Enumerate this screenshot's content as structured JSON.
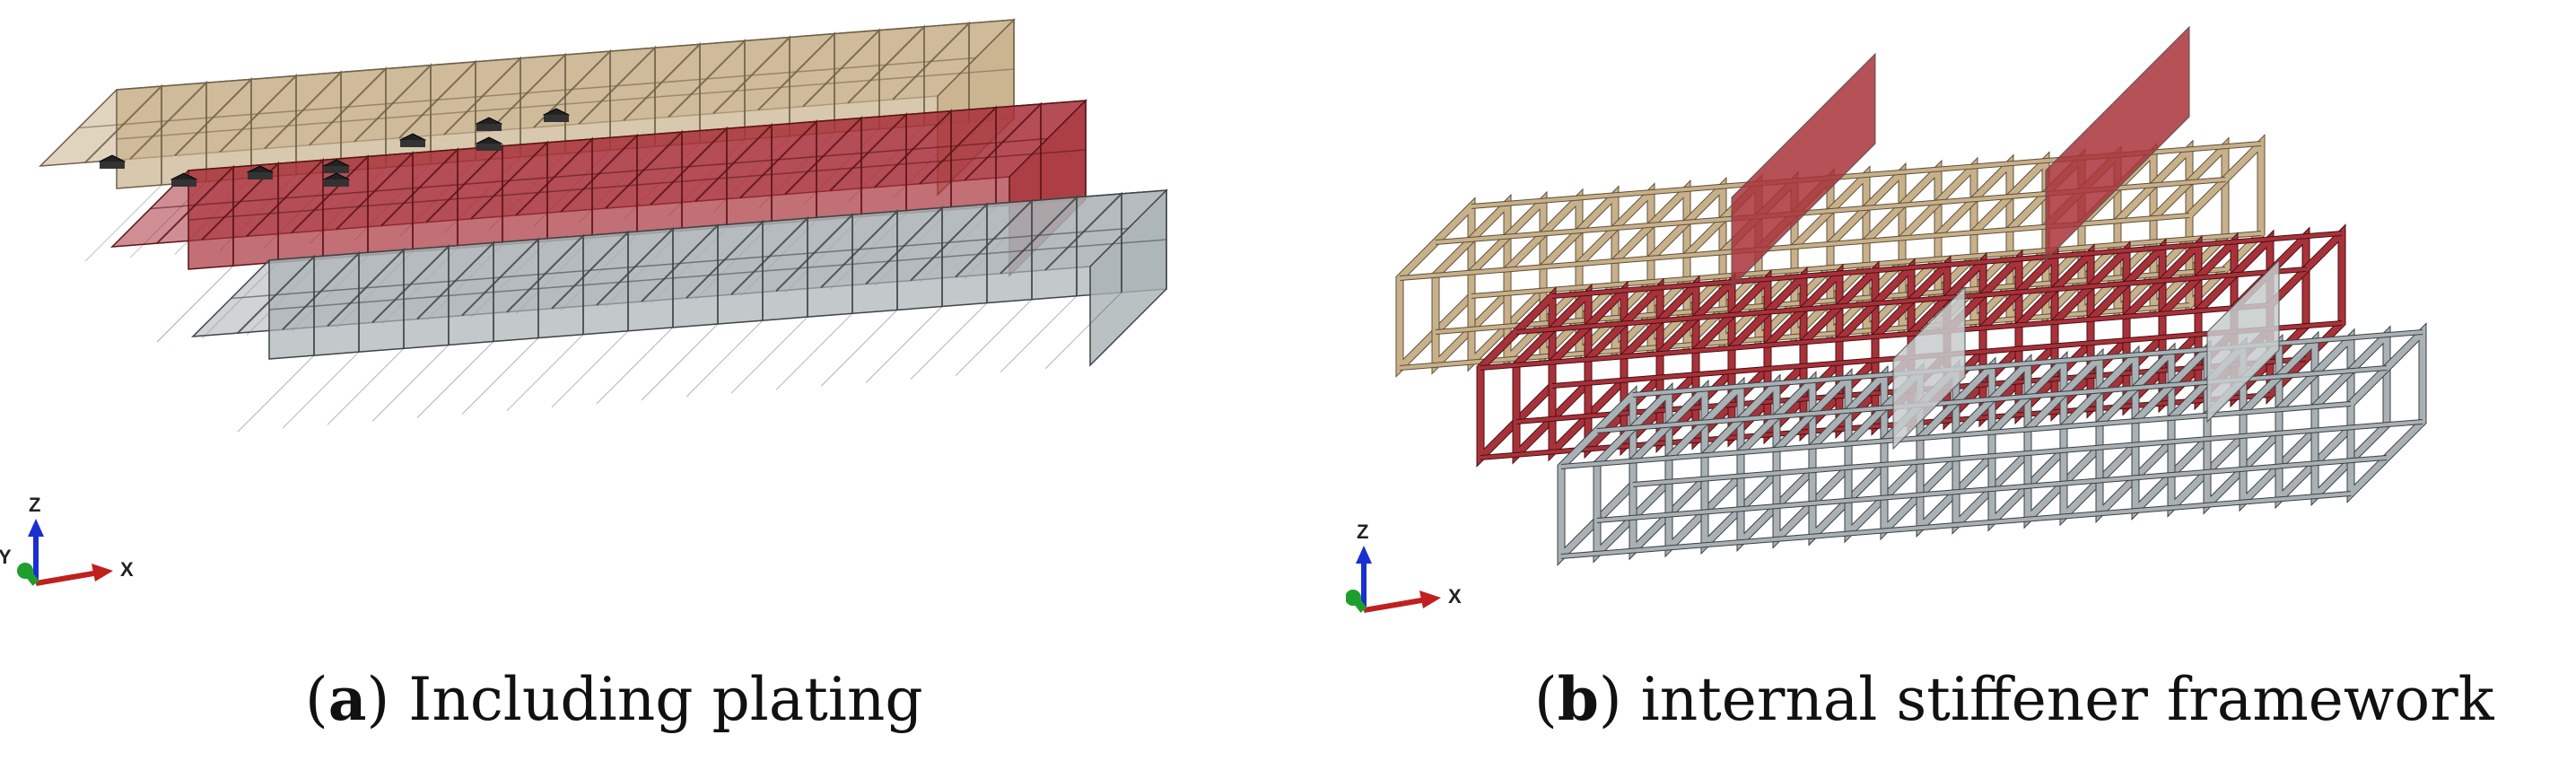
{
  "figure": {
    "panels": [
      {
        "id": "a",
        "letter": "a",
        "caption": "Including plating",
        "axes": {
          "z": "Z",
          "y": "Y",
          "x": "X"
        }
      },
      {
        "id": "b",
        "letter": "b",
        "caption": "internal stiffener framework",
        "axes": {
          "z": "Z",
          "y": "Y",
          "x": "X"
        }
      }
    ],
    "colors": {
      "tan_block": "#c8b08a",
      "red_block": "#a8323a",
      "grey_block": "#a9b1b4",
      "axis_z": "#1a2fd0",
      "axis_y": "#1e9e2a",
      "axis_x": "#c0201e"
    }
  }
}
